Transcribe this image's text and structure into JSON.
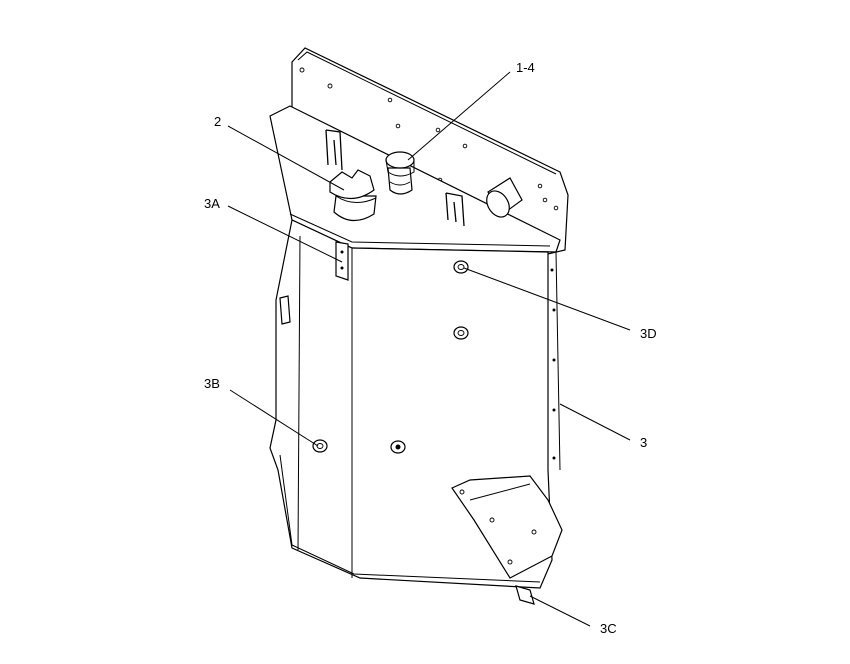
{
  "callouts": {
    "c1": "1-4",
    "c2": "2",
    "c3A": "3A",
    "c3D": "3D",
    "c3B": "3B",
    "c3": "3",
    "c3C": "3C"
  }
}
